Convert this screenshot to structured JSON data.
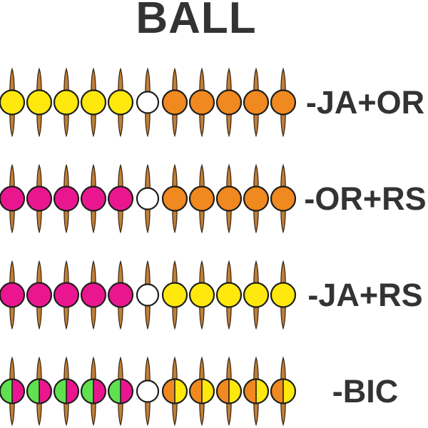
{
  "title": "BALL",
  "palette": {
    "yellow": "#FFE80D",
    "orange": "#F0891F",
    "rose": "#EA1690",
    "green": "#5FE04E",
    "white": "#FFFFFF",
    "stick_fill": "#C07F38",
    "stick_outline": "#3A240F",
    "ball_outline": "#1D1D1B",
    "text_color": "#333333"
  },
  "rows": [
    {
      "label": "-JA+OR",
      "balls": [
        "yellow",
        "yellow",
        "yellow",
        "yellow",
        "yellow",
        "white",
        "orange",
        "orange",
        "orange",
        "orange",
        "orange"
      ]
    },
    {
      "label": "-OR+RS",
      "balls": [
        "rose",
        "rose",
        "rose",
        "rose",
        "rose",
        "white",
        "orange",
        "orange",
        "orange",
        "orange",
        "orange"
      ]
    },
    {
      "label": "-JA+RS",
      "balls": [
        "rose",
        "rose",
        "rose",
        "rose",
        "rose",
        "white",
        "yellow",
        "yellow",
        "yellow",
        "yellow",
        "yellow"
      ]
    },
    {
      "label": "-BIC",
      "balls": [
        "green|rose",
        "green|rose",
        "green|rose",
        "green|rose",
        "green|rose",
        "white",
        "orange|yellow",
        "orange|yellow",
        "orange|yellow",
        "orange|yellow",
        "orange|yellow"
      ]
    }
  ]
}
